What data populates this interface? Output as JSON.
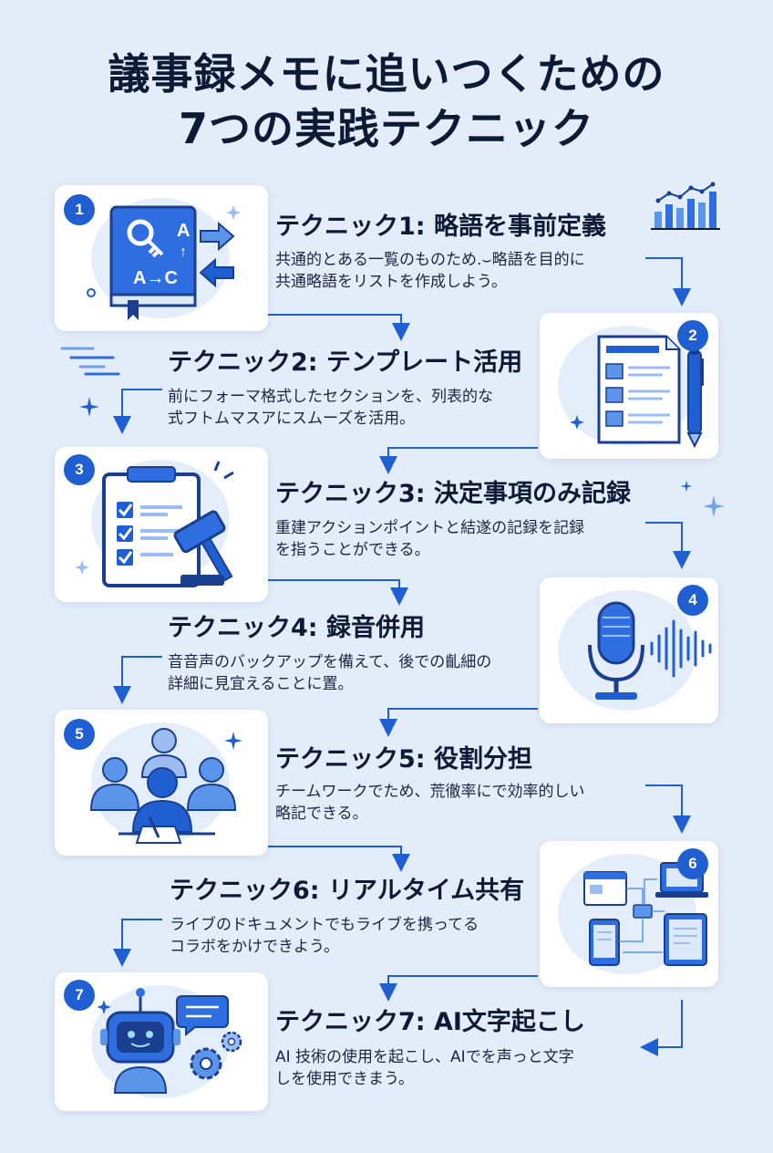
{
  "title": {
    "line1": "議事録メモに追いつくための",
    "line2": "7つの実践テクニック"
  },
  "colors": {
    "background": "#e3edf9",
    "accent": "#1f5fd1",
    "accent_light": "#5b95ea",
    "text": "#0c1a36"
  },
  "techniques": [
    {
      "number": "1",
      "heading": "テクニック1: 略語を事前定義",
      "desc_line1": "共通的とある一覧のものため.⌣略語を目的に",
      "desc_line2": "共通略語をリストを作成しよう。",
      "icon": "dictionary-book-icon",
      "icon_text_a": "A",
      "icon_text_ac": "A→C"
    },
    {
      "number": "2",
      "heading": "テクニック2: テンプレート活用",
      "desc_line1": "前にフォーマ格式したセクションを、列表的な",
      "desc_line2": "式フトムマスアにスムーズを活用。",
      "icon": "template-document-pen-icon"
    },
    {
      "number": "3",
      "heading": "テクニック3: 決定事項のみ記録",
      "desc_line1": "重建アクションポイントと結遂の記録を記録",
      "desc_line2": "を指うことができる。",
      "icon": "checklist-gavel-icon"
    },
    {
      "number": "4",
      "heading": "テクニック4: 録音併用",
      "desc_line1": "音音声のバックアップを備えて、後での齓細の",
      "desc_line2": "詳細に見宜えることに置。",
      "icon": "microphone-waveform-icon"
    },
    {
      "number": "5",
      "heading": "テクニック5: 役割分担",
      "desc_line1": "チームワークでため、荒徹率にで効率的しい",
      "desc_line2": "略記できる。",
      "icon": "team-note-taker-icon"
    },
    {
      "number": "6",
      "heading": "テクニック6: リアルタイム共有",
      "desc_line1": "ライブのドキュメントでもライブを携ってる",
      "desc_line2": "コラボをかけできよう。",
      "icon": "devices-sync-icon"
    },
    {
      "number": "7",
      "heading": "テクニック7: AI文字起こし",
      "desc_line1": "AI 技術の使用を起こし、AIでを声っと文字",
      "desc_line2": "しを使用できまう。",
      "icon": "robot-gears-chat-icon"
    }
  ]
}
